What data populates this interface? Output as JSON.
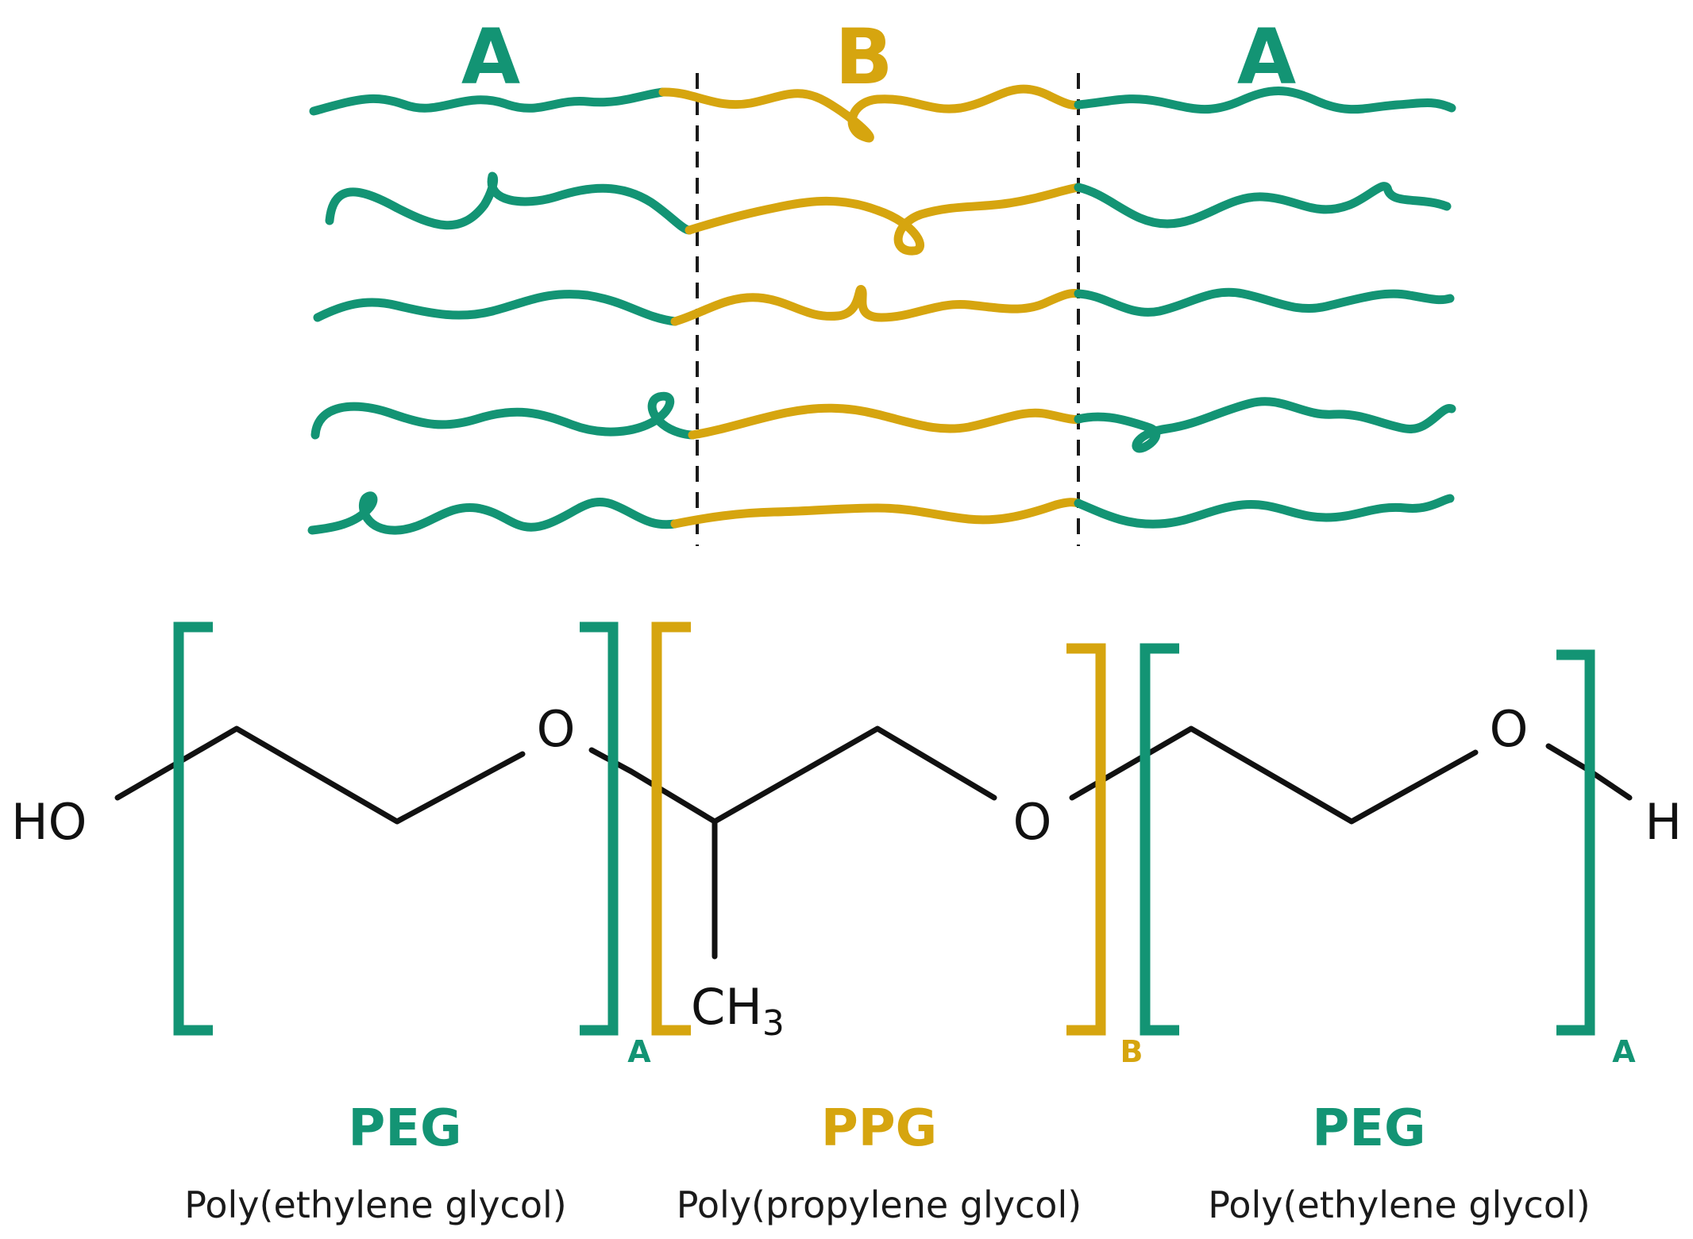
{
  "colors": {
    "block_a": "#139474",
    "block_b": "#d6a50f",
    "bond": "#111111",
    "divider": "#1a1a1a"
  },
  "schematic": {
    "label_a_left": "A",
    "label_b": "B",
    "label_a_right": "A",
    "chain_count": 5
  },
  "structure": {
    "left_end": "HO",
    "oxygen": "O",
    "methyl": "CH",
    "methyl_subscript": "3",
    "right_end": "H",
    "subscript_a1": "A",
    "subscript_b": "B",
    "subscript_a2": "A"
  },
  "blocks": [
    {
      "abbr": "PEG",
      "name": "Poly(ethylene glycol)"
    },
    {
      "abbr": "PPG",
      "name": "Poly(propylene glycol)"
    },
    {
      "abbr": "PEG",
      "name": "Poly(ethylene glycol)"
    }
  ]
}
